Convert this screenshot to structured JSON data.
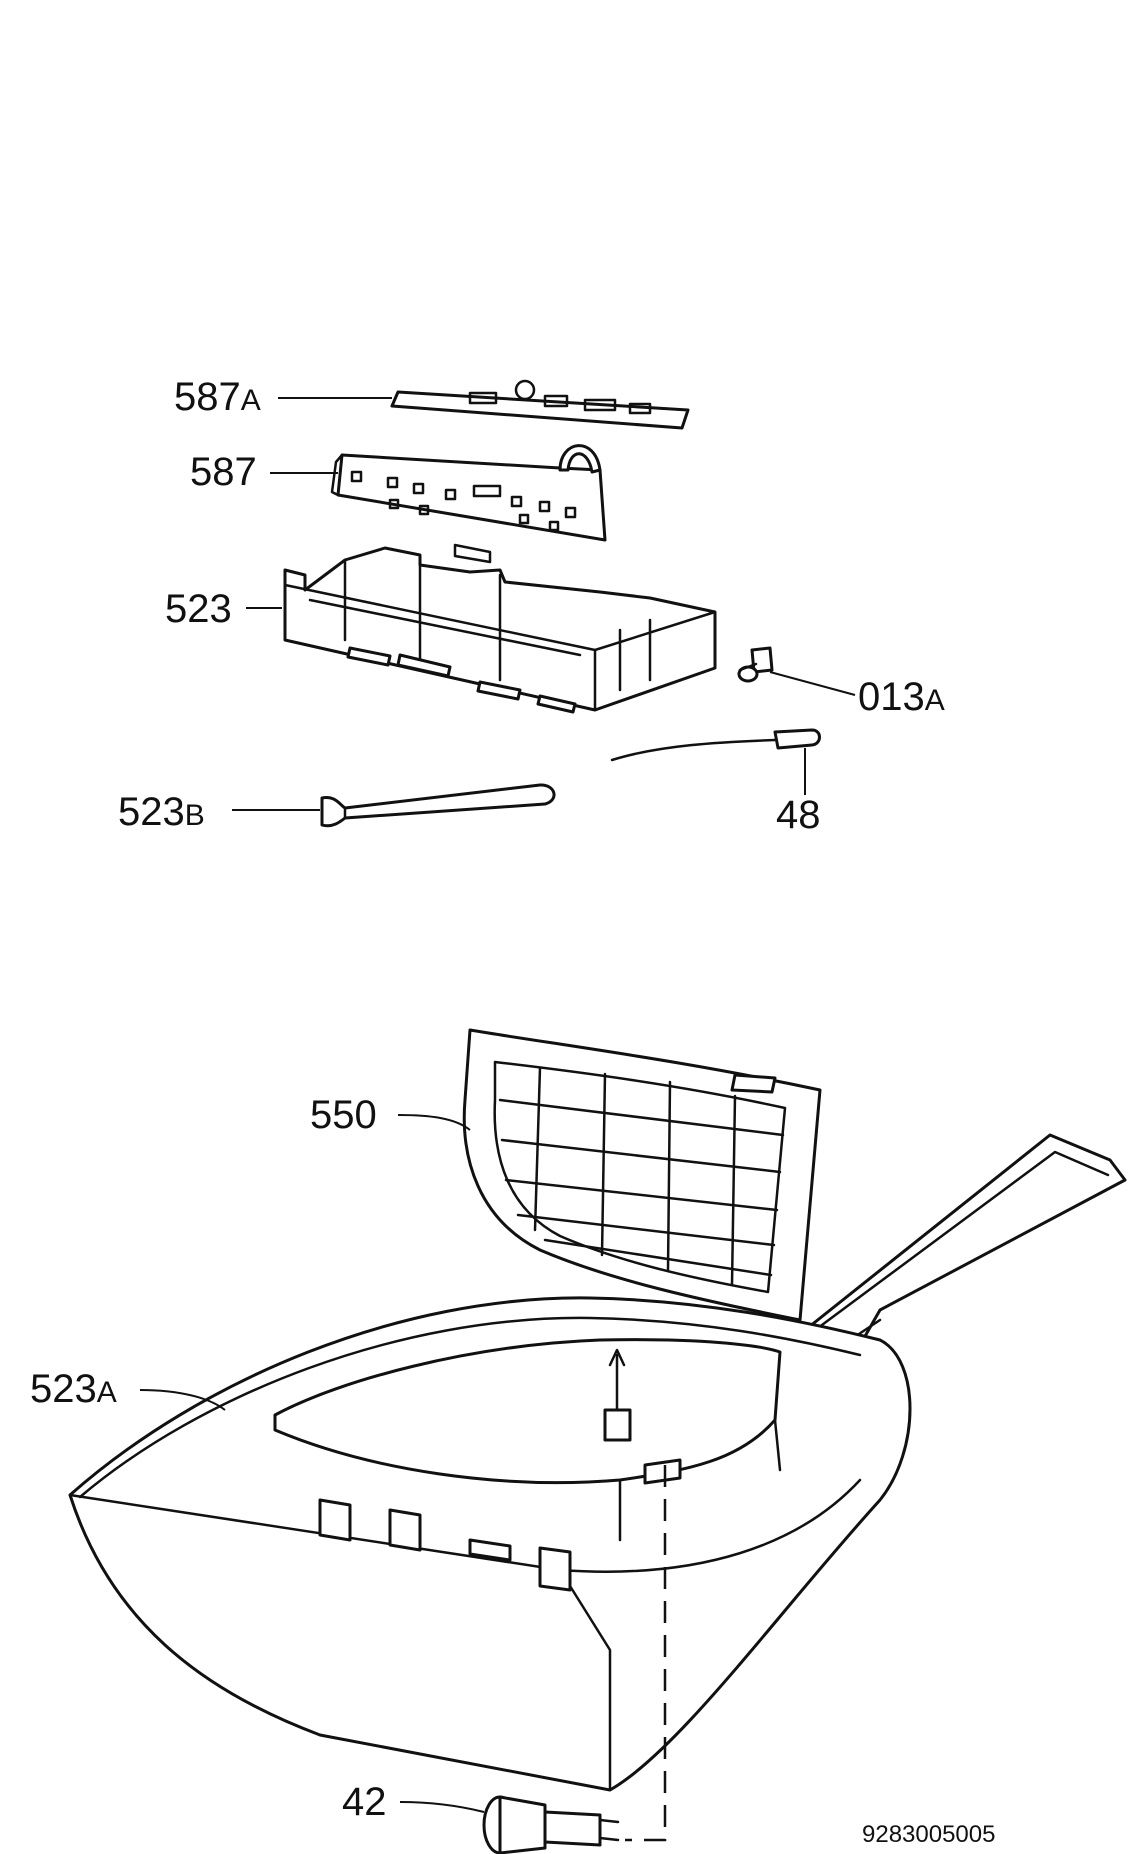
{
  "labels": {
    "l587a": {
      "num": "587",
      "suf": "A"
    },
    "l587": {
      "num": "587"
    },
    "l523": {
      "num": "523"
    },
    "l013a": {
      "num": "013",
      "suf": "A"
    },
    "l523b": {
      "num": "523",
      "suf": "B"
    },
    "l48": {
      "num": "48"
    },
    "l550": {
      "num": "550"
    },
    "l523a": {
      "num": "523",
      "suf": "A"
    },
    "l42": {
      "num": "42"
    }
  },
  "drawing_code": "9283005005"
}
